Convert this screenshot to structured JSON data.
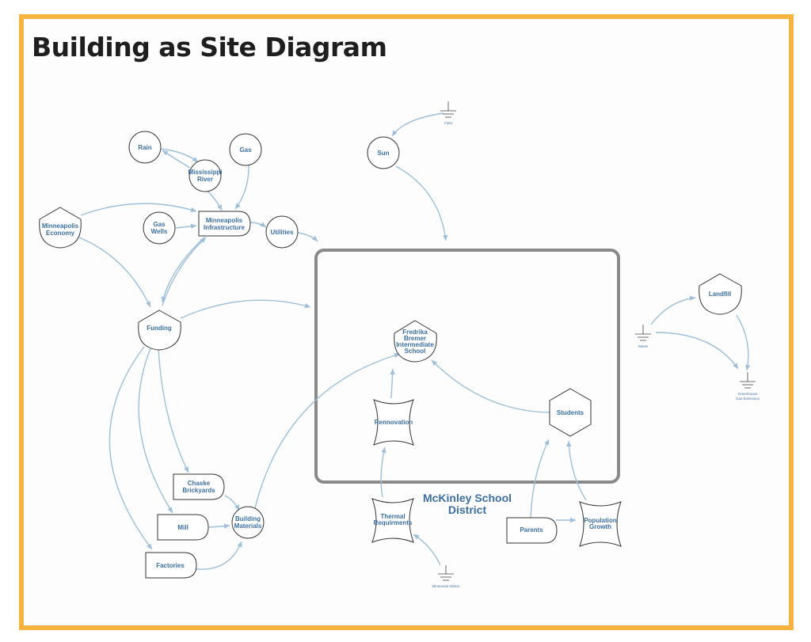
{
  "title": "Building as Site Diagram",
  "district_label_line1": "McKinley School",
  "district_label_line2": "District",
  "nodes": {
    "rain": "Rain",
    "gas": "Gas",
    "mississippi_1": "Mississippi",
    "mississippi_2": "River",
    "minneapolis_economy_1": "Minneapolis",
    "minneapolis_economy_2": "Economy",
    "gas_wells_1": "Gas",
    "gas_wells_2": "Wells",
    "infrastructure_1": "Minneapolis",
    "infrastructure_2": "Infrastructure",
    "utilities": "Utilities",
    "sun": "Sun",
    "funding": "Funding",
    "school_1": "Fredrika",
    "school_2": "Bremer",
    "school_3": "Intermediate",
    "school_4": "School",
    "renovation": "Rennovation",
    "students": "Students",
    "chaska_1": "Chaske",
    "chaska_2": "Brickyards",
    "mill": "Mill",
    "building_materials_1": "Building",
    "building_materials_2": "Materials",
    "factories": "Factories",
    "thermal_1": "Thermal",
    "thermal_2": "Requirments",
    "parents": "Parents",
    "population_1": "Population",
    "population_2": "Growth",
    "landfill": "Landfill",
    "sink_sun": "Field",
    "sink_waste": "Waste",
    "sink_ghg_1": "Greenhouse",
    "sink_ghg_2": "Gas Emissions",
    "sink_weather": "Minnesota Winter"
  },
  "colors": {
    "frame": "#f6b340",
    "edge": "#9dbfd9",
    "label": "#3b6fa3",
    "boundary": "#8a8a8a"
  }
}
